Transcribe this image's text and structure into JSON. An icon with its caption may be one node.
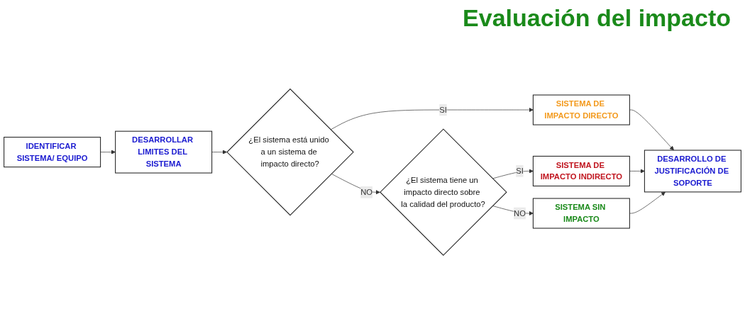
{
  "diagram": {
    "title": "Evaluación del impacto",
    "nodes": [
      {
        "text": [
          "IDENTIFICAR SISTEMA/ EQUIPO"
        ]
      },
      {
        "text": [
          "DESARROLLAR LIMITES DEL SISTEMA"
        ]
      },
      {
        "text": [
          "¿El sistema está unido a un sistema de impacto directo?"
        ]
      },
      {
        "text": [
          "¿El sistema tiene un impacto directo sobre la calidad del producto?"
        ]
      },
      {
        "text": [
          "SISTEMA DE IMPACTO INDIRECTO"
        ]
      },
      {
        "text": [
          "SISTEMA DE IMPACTO DIRECTO"
        ]
      },
      {
        "text": [
          "SISTEMA SIN IMPACTO"
        ]
      },
      {
        "text": [
          "DESARROLLO DE JUSTIFICACIÓN DE SOPORTE"
        ]
      }
    ],
    "edges": [
      {
        "from": 0,
        "to": 1,
        "arrow": "to"
      },
      {
        "from": 1,
        "to": 2,
        "arrow": "to"
      },
      {
        "from": 2,
        "to": 5,
        "arrow": "to",
        "label": "SI"
      },
      {
        "from": 2,
        "to": 3,
        "arrow": "to",
        "label": "NO"
      },
      {
        "from": 3,
        "to": 4,
        "arrow": "to",
        "label": "SI"
      },
      {
        "from": 3,
        "to": 6,
        "arrow": "to",
        "label": "NO"
      },
      {
        "from": 4,
        "to": 7,
        "arrow": "to"
      },
      {
        "from": 5,
        "to": 7,
        "arrow": "to"
      },
      {
        "from": 6,
        "to": 7,
        "arrow": "to"
      }
    ]
  }
}
